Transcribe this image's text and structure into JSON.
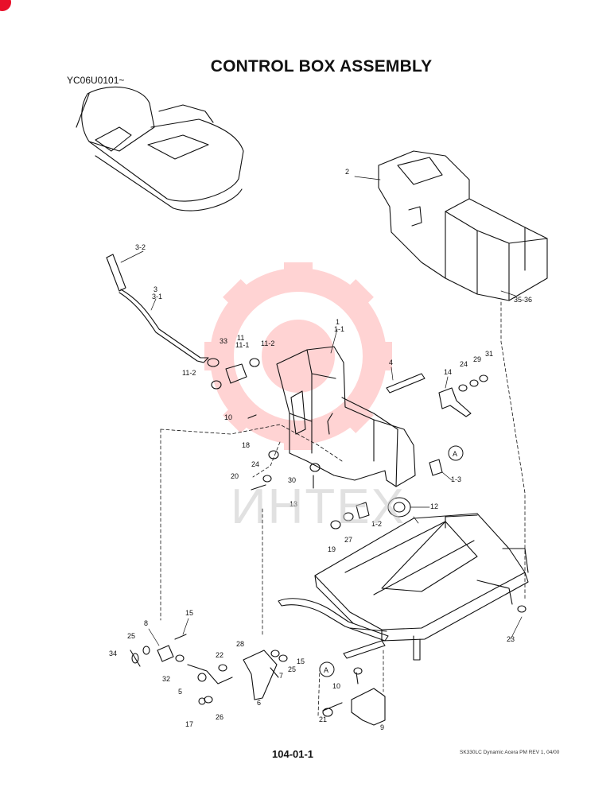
{
  "title": "CONTROL BOX ASSEMBLY",
  "serial": "YC06U0101~",
  "page_number": "104-01-1",
  "footer_ref": "SK330LC Dynamic Acera PM REV 1, 04/00",
  "watermark": "ИНТЕХ",
  "callouts": {
    "c3_2": "3-2",
    "c3": "3",
    "c3_1": "3-1",
    "c2": "2",
    "c35_36": "35-36",
    "c33": "33",
    "c11": "11",
    "c11_1": "11-1",
    "c11_2a": "11-2",
    "c11_2b": "11-2",
    "c1": "1",
    "c1_1": "1-1",
    "c4": "4",
    "c14": "14",
    "c24a": "24",
    "c29": "29",
    "c31": "31",
    "c10a": "10",
    "c18": "18",
    "c24b": "24",
    "c20": "20",
    "c30": "30",
    "c13": "13",
    "cA1": "A",
    "c1_3": "1-3",
    "c12": "12",
    "c1_2": "1-2",
    "c19": "19",
    "c27": "27",
    "c23": "23",
    "c8": "8",
    "c15a": "15",
    "c25a": "25",
    "c34": "34",
    "c32": "32",
    "c28": "28",
    "c22": "22",
    "c5": "5",
    "c15b": "15",
    "c25b": "25",
    "c7": "7",
    "c6": "6",
    "cA2": "A",
    "c10b": "10",
    "c17": "17",
    "c26": "26",
    "c21": "21",
    "c9": "9"
  }
}
